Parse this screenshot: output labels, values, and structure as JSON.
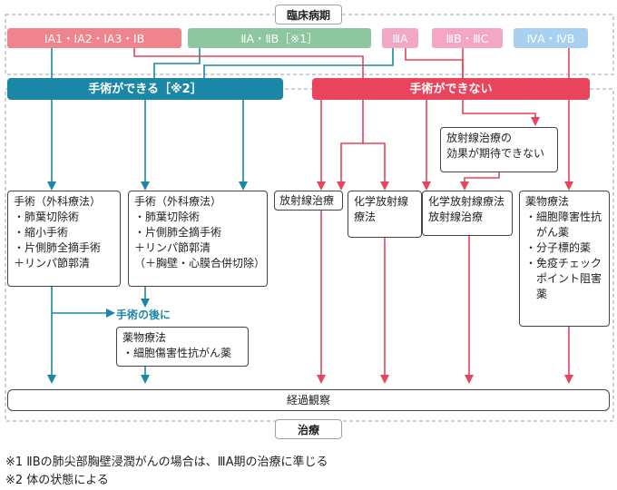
{
  "sections": {
    "top_label": "臨床病期",
    "bottom_label": "治療"
  },
  "stages": [
    {
      "id": "s1",
      "label": "ⅠA1・ⅠA2・ⅠA3・ⅠB"
    },
    {
      "id": "s2",
      "label": "ⅡA・ⅡB［※1］"
    },
    {
      "id": "s3",
      "label": "ⅢA"
    },
    {
      "id": "s4",
      "label": "ⅢB・ⅢC"
    },
    {
      "id": "s5",
      "label": "ⅣA・ⅣB"
    }
  ],
  "banners": {
    "operable": "手術ができる［※2］",
    "inoperable": "手術ができない"
  },
  "radiation_note": [
    "放射線治療の",
    "効果が期待できない"
  ],
  "treatments": {
    "surgery1": [
      "手術（外科療法）",
      "・肺葉切除術",
      "・縮小手術",
      "・片側肺全摘手術",
      "＋リンパ節郭清"
    ],
    "surgery2": [
      "手術（外科療法）",
      "・肺葉切除術",
      "・片側肺全摘手術",
      "＋リンパ節郭清",
      "（＋胸壁・心膜合併切除）"
    ],
    "radiation": [
      "放射線治療"
    ],
    "chemorad": [
      "化学放射線",
      "療法"
    ],
    "chemorad_or_rad": [
      "化学放射線療法",
      "放射線治療"
    ],
    "drug": [
      "薬物療法",
      "・細胞障害性抗",
      "　がん薬",
      "・分子標的薬",
      "・免疫チェック",
      "　ポイント阻害",
      "　薬"
    ],
    "adjuvant": [
      "薬物療法",
      "・細胞傷害性抗がん薬"
    ]
  },
  "after_surgery": "手術の後に",
  "observation": "経過観察",
  "notes": [
    "※1  ⅡBの肺尖部胸壁浸潤がんの場合は、ⅢA期の治療に準じる",
    "※2  体の状態による"
  ],
  "colors": {
    "teal": "#1b87a6",
    "red": "#e8445c",
    "stage_pink": "#f0848c",
    "stage_green": "#8cc7a0",
    "stage_lightpink": "#f4a7c4",
    "stage_blue": "#a9d1ef"
  }
}
